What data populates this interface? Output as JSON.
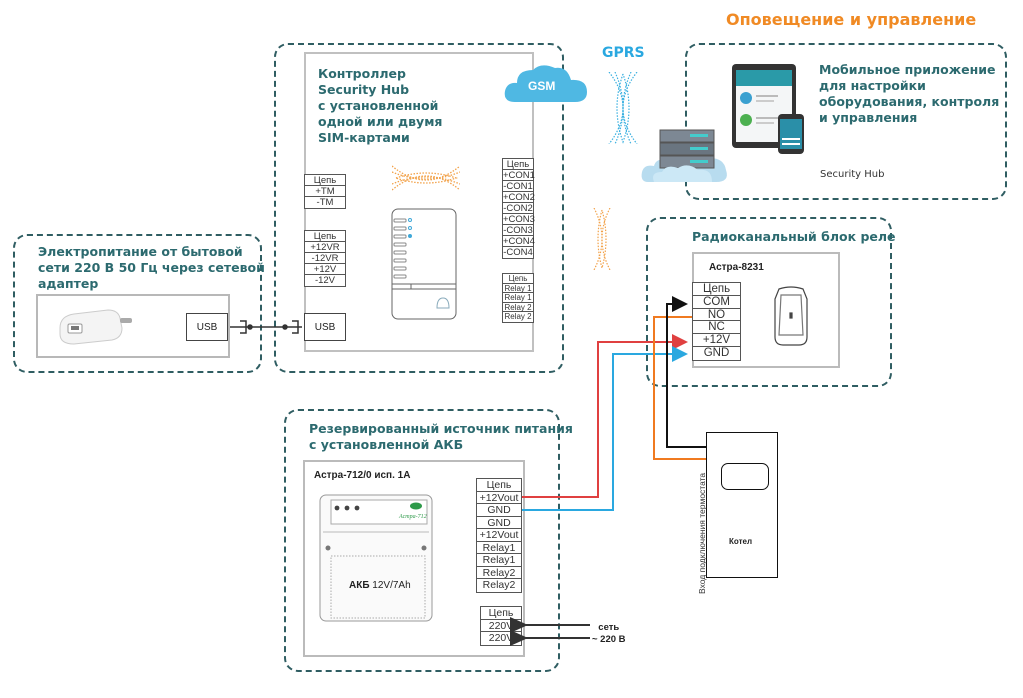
{
  "header": {
    "title": "Оповещение и управление",
    "accent_color": "#f08a24"
  },
  "controller": {
    "title_lines": [
      "Контроллер",
      "Security Hub",
      "с установленной",
      "одной или двумя",
      "SIM-картами"
    ],
    "tm_terminal": [
      "Цепь",
      "+TM",
      "-TM"
    ],
    "power_terminal": [
      "Цепь",
      "+12VR",
      "-12VR",
      "+12V",
      "-12V"
    ],
    "usb_label": "USB",
    "con_terminal": [
      "Цепь",
      "+CON1",
      "-CON1",
      "+CON2",
      "-CON2",
      "+CON3",
      "-CON3",
      "+CON4",
      "-CON4"
    ],
    "relay_terminal": [
      "Цепь",
      "Relay 1",
      "Relay 1",
      "Relay 2",
      "Relay 2"
    ],
    "cloud_label": "GSM"
  },
  "power_adapter": {
    "title_lines": [
      "Электропитание от бытовой",
      "сети  220 В 50 Гц через сетевой",
      "адаптер"
    ],
    "usb_label": "USB"
  },
  "network": {
    "gprs_label": "GPRS"
  },
  "mobile_app": {
    "title_lines": [
      "Мобильное приложение",
      "для настройки",
      "оборудования, контроля",
      "и управления"
    ],
    "app_name": "Security Hub"
  },
  "relay_unit": {
    "title": "Радиоканальный блок реле",
    "device": "Астра-8231",
    "terminal": [
      "Цепь",
      "COM",
      "NO",
      "NC",
      "+12V",
      "GND"
    ]
  },
  "backup_psu": {
    "title_lines": [
      "Резервированный источник питания",
      "с установленной АКБ"
    ],
    "device": "Астра-712/0 исп. 1А",
    "device_brand": "Астра-712",
    "battery_bold": "АКБ",
    "battery_spec": "12V/7Ah",
    "out_terminal": [
      "Цепь",
      "+12Vout",
      "GND",
      "GND",
      "+12Vout",
      "Relay1",
      "Relay1",
      "Relay2",
      "Relay2"
    ],
    "in_terminal": [
      "Цепь",
      "220V",
      "220V"
    ],
    "mains_label_lines": [
      "сеть",
      "~ 220 В"
    ]
  },
  "boiler": {
    "label": "Котел",
    "input_label": "Вход подключения термостата"
  },
  "wire_colors": {
    "red": "#e04040",
    "blue": "#2aa8e0",
    "orange": "#f07a20",
    "black": "#111111"
  }
}
